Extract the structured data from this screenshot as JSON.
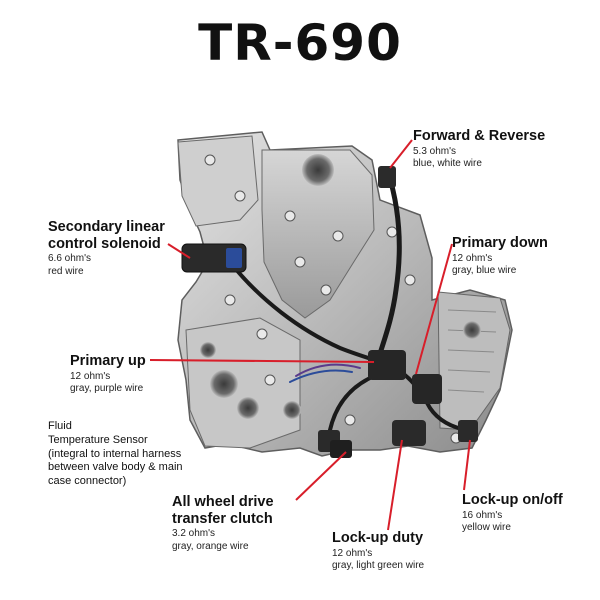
{
  "title": "TR-690",
  "components": {
    "forward_reverse": {
      "name": "Forward & Reverse",
      "resistance": "5.3 ohm's",
      "wire": "blue, white wire"
    },
    "secondary_linear": {
      "name_line1": "Secondary linear",
      "name_line2": "control solenoid",
      "resistance": "6.6 ohm's",
      "wire": "red wire"
    },
    "primary_down": {
      "name": "Primary down",
      "resistance": "12 ohm's",
      "wire": "gray, blue wire"
    },
    "primary_up": {
      "name": "Primary up",
      "resistance": "12 ohm's",
      "wire": "gray, purple wire"
    },
    "fluid_temp": {
      "line1": "Fluid",
      "line2": "Temperature Sensor",
      "line3": "(integral to internal harness",
      "line4": "between valve body & main",
      "line5": "case connector)"
    },
    "awd_clutch": {
      "name_line1": "All wheel drive",
      "name_line2": "transfer clutch",
      "resistance": "3.2 ohm's",
      "wire": "gray, orange wire"
    },
    "lockup_onoff": {
      "name": "Lock-up on/off",
      "resistance": "16 ohm's",
      "wire": "yellow wire"
    },
    "lockup_duty": {
      "name": "Lock-up duty",
      "resistance": "12 ohm's",
      "wire": "gray, light green wire"
    }
  },
  "colors": {
    "leader": "#d81e2a",
    "metal_light": "#c9c9c9",
    "metal_dark": "#6d6d6d",
    "solenoid_blue": "#2b4c9a"
  }
}
